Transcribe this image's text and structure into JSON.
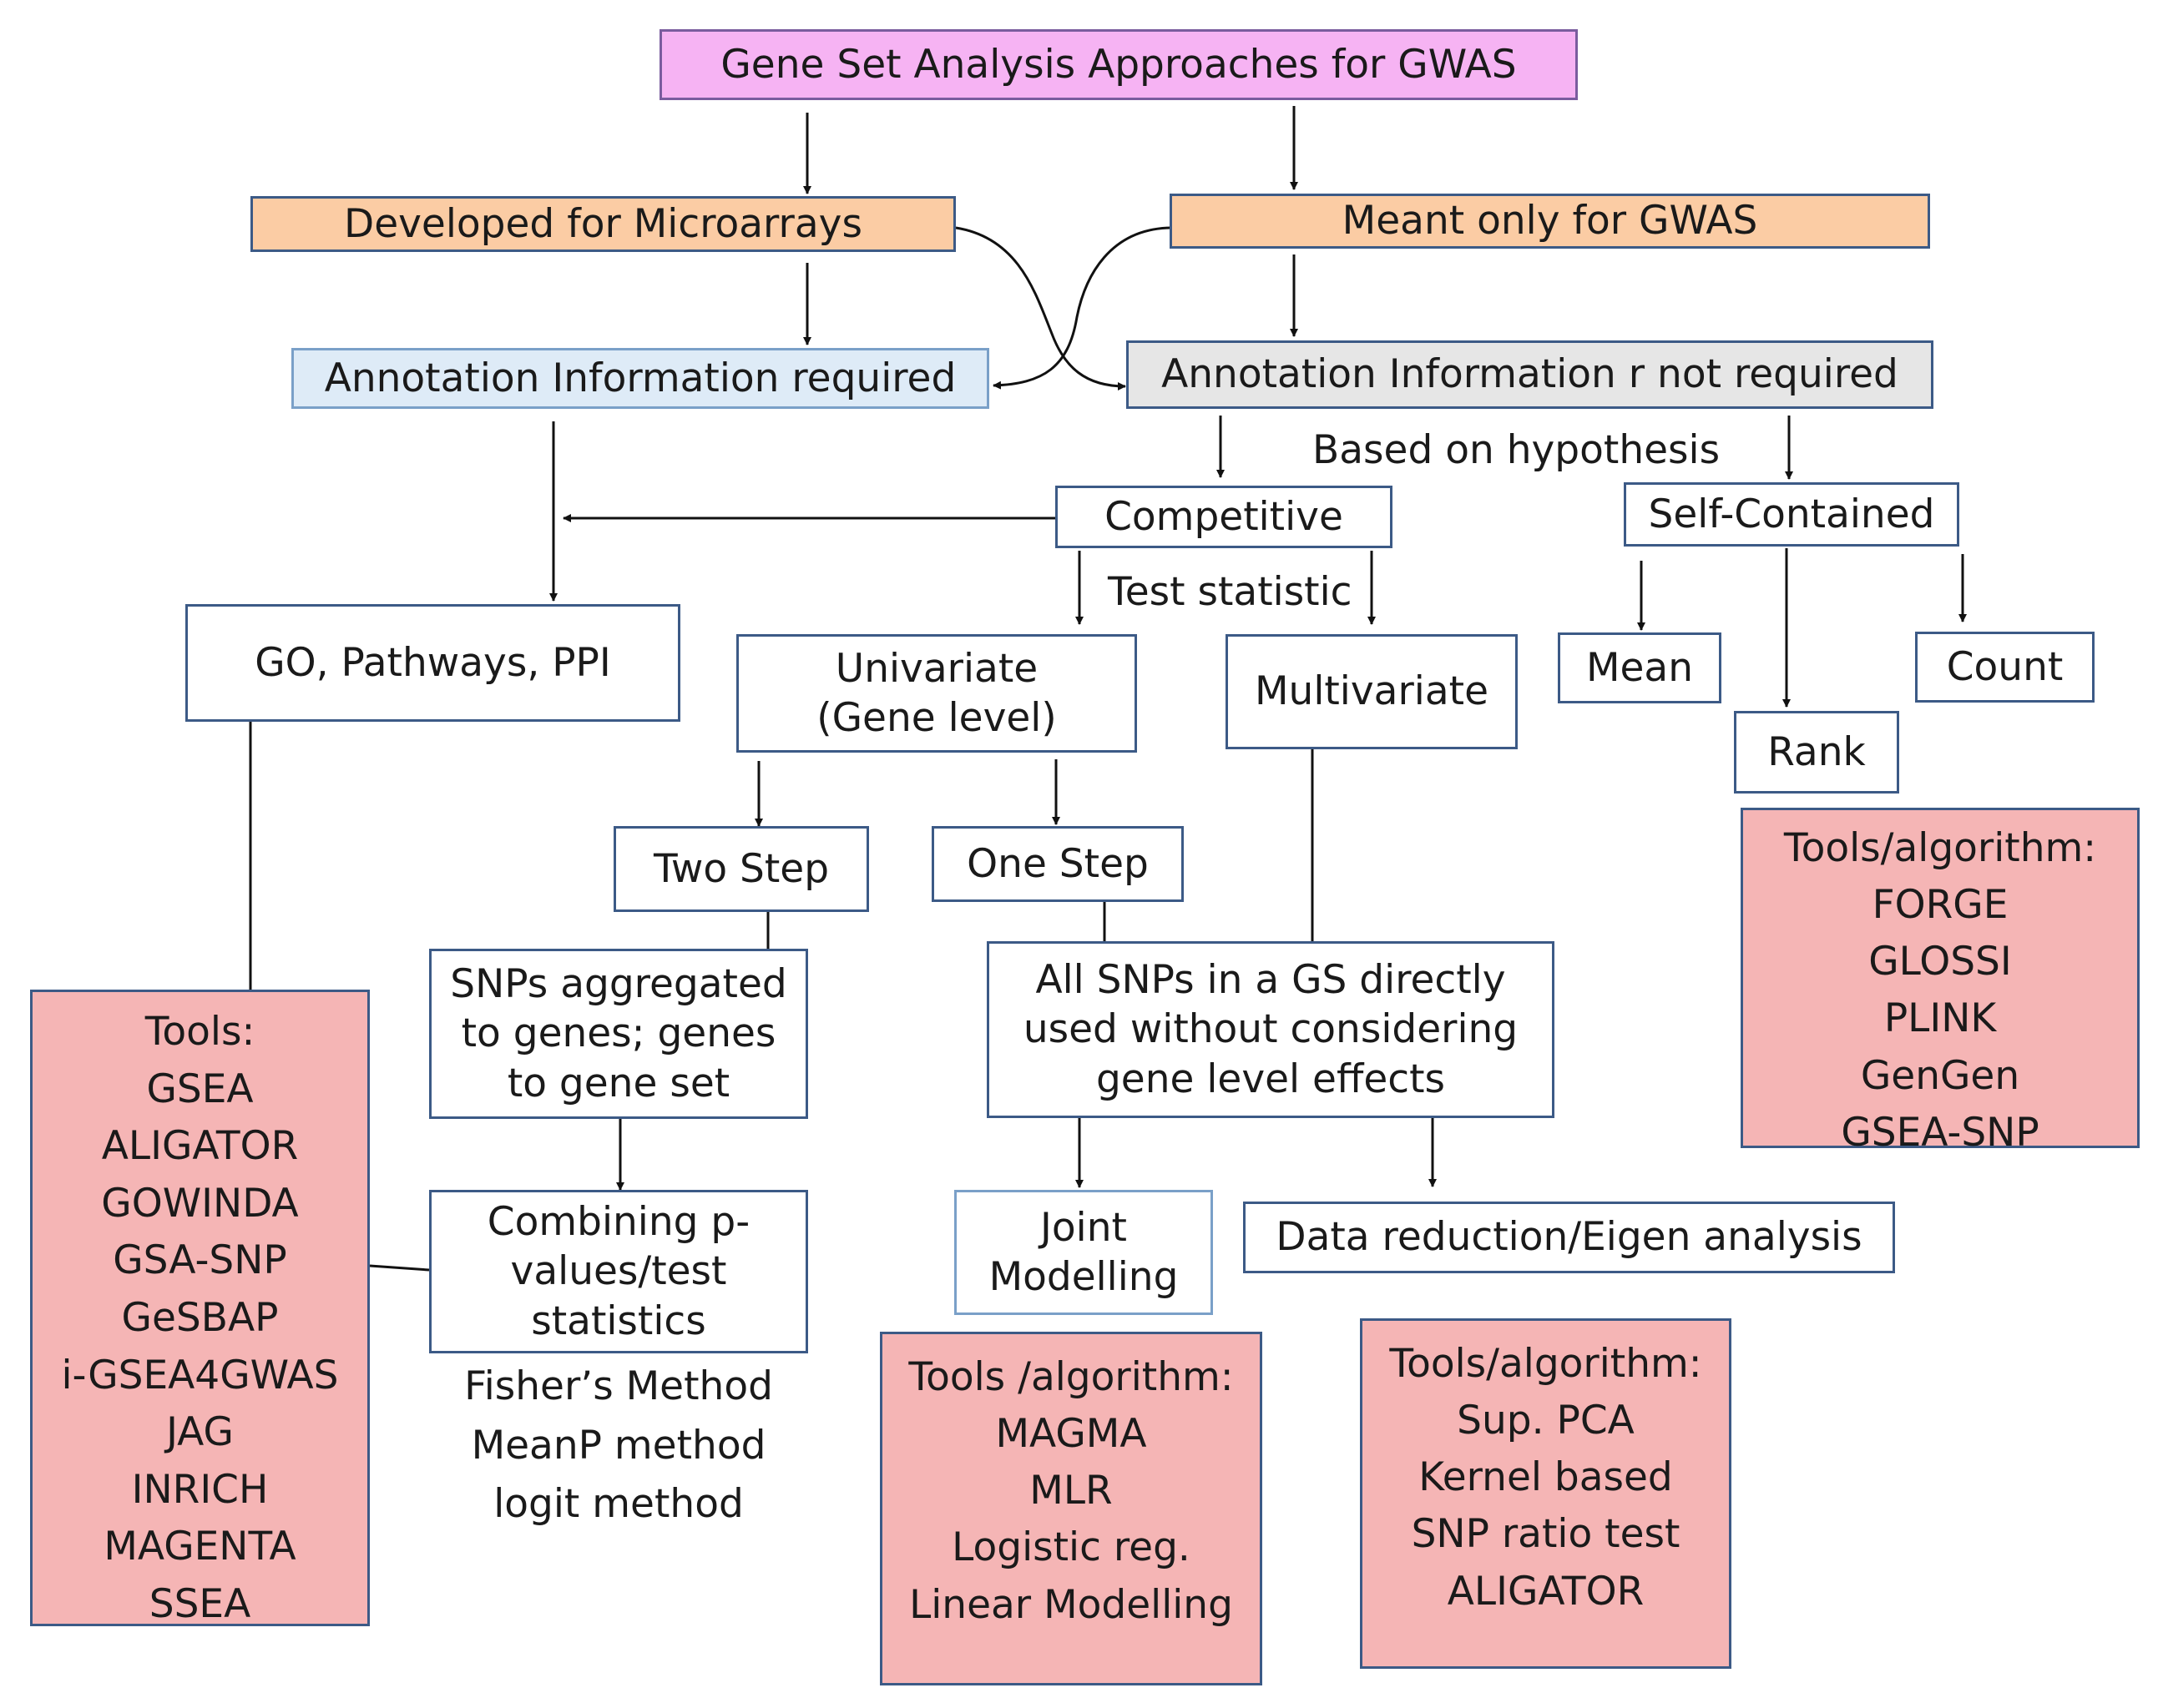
{
  "title": "Gene Set Analysis Approaches for GWAS",
  "branches": {
    "microarrays": "Developed for Microarrays",
    "gwas_only": "Meant only for GWAS"
  },
  "annotation": {
    "required": "Annotation Information required",
    "not_required": "Annotation Information r not required"
  },
  "hypothesis_label": "Based on hypothesis",
  "hypothesis": {
    "competitive": "Competitive",
    "self_contained": "Self-Contained"
  },
  "go_box": "GO, Pathways, PPI",
  "test_statistic_label": "Test statistic",
  "univariate": [
    "Univariate",
    "(Gene level)"
  ],
  "multivariate": "Multivariate",
  "self_contained_methods": {
    "mean": "Mean",
    "rank": "Rank",
    "count": "Count"
  },
  "two_step": "Two Step",
  "one_step": "One Step",
  "snps_aggregated": [
    "SNPs aggregated",
    "to genes; genes",
    "to gene set"
  ],
  "all_snps": [
    "All SNPs in a GS directly",
    "used without considering",
    "gene level effects"
  ],
  "combining": [
    "Combining p-",
    "values/test",
    "statistics"
  ],
  "combining_methods": [
    "Fisher’s Method",
    "MeanP method",
    "logit  method"
  ],
  "joint_modelling": [
    "Joint",
    "Modelling"
  ],
  "data_reduction": "Data reduction/Eigen analysis",
  "tools_left": {
    "heading": "Tools:",
    "items": [
      "GSEA",
      "ALIGATOR",
      "GOWINDA",
      "GSA-SNP",
      "GeSBAP",
      "i-GSEA4GWAS",
      "JAG",
      "INRICH",
      "MAGENTA",
      "SSEA"
    ]
  },
  "tools_right": {
    "heading": "Tools/algorithm:",
    "items": [
      "FORGE",
      "GLOSSI",
      "PLINK",
      "GenGen",
      "GSEA-SNP"
    ]
  },
  "tools_joint": {
    "heading": "Tools /algorithm:",
    "items": [
      "MAGMA",
      "MLR",
      "Logistic reg.",
      "Linear Modelling"
    ]
  },
  "tools_reduction": {
    "heading": "Tools/algorithm:",
    "items": [
      "Sup. PCA",
      "Kernel based",
      "SNP ratio test",
      "ALIGATOR"
    ]
  },
  "colors": {
    "title_fill": "#f6b3f3",
    "branch_fill": "#fbcca4",
    "annotation_required_fill": "#deebf7",
    "annotation_not_required_fill": "#e6e6e6",
    "tools_fill": "#f5b5b5",
    "box_border": "#3c5a86",
    "connector": "#111111"
  }
}
